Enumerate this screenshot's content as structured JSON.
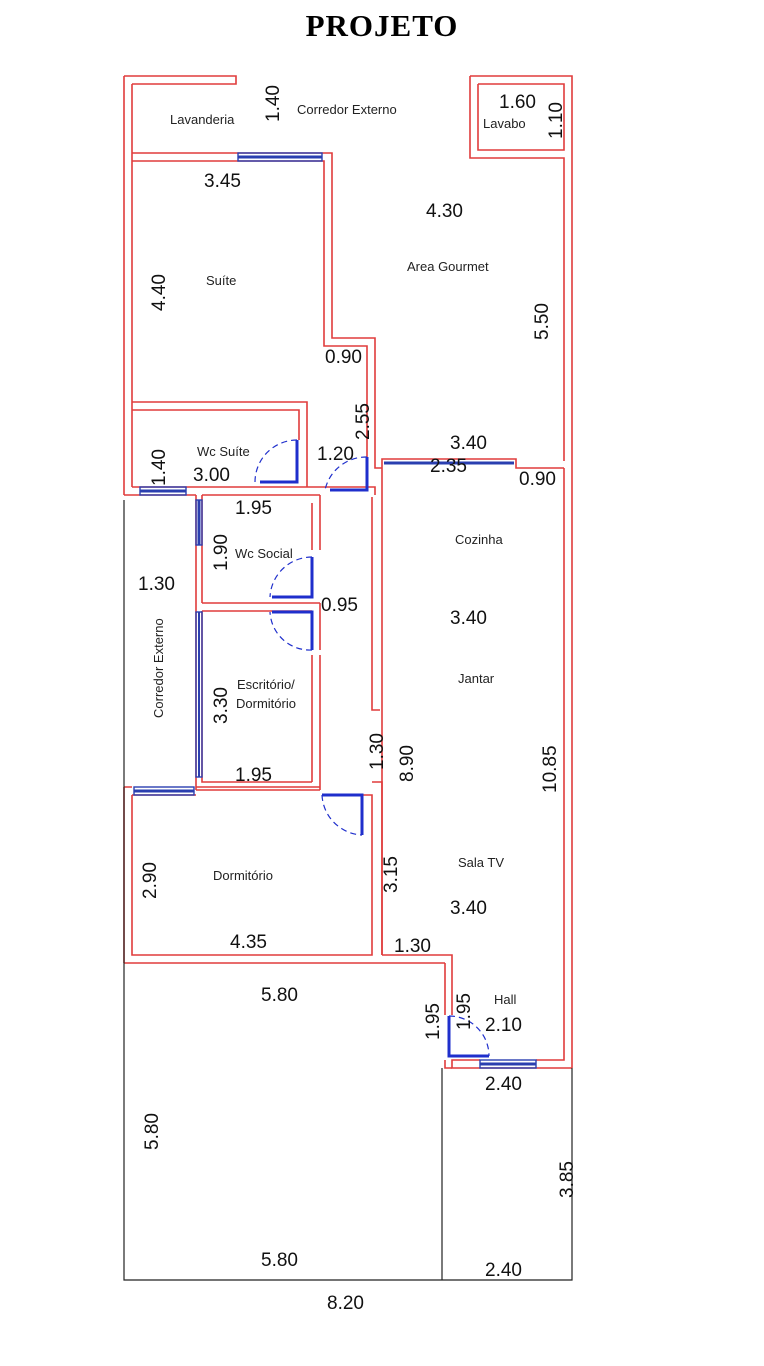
{
  "title": "PROJETO",
  "colors": {
    "wall": "#e03c3c",
    "window": "#2a3fb0",
    "door": "#1f2fcc",
    "lot": "#222222",
    "text": "#111111"
  },
  "rooms": {
    "lavanderia": "Lavanderia",
    "corredor_externo_top": "Corredor Externo",
    "lavabo": "Lavabo",
    "suite": "Suíte",
    "area_gourmet": "Area Gourmet",
    "wc_suite": "Wc Suíte",
    "cozinha": "Cozinha",
    "wc_social": "Wc Social",
    "corredor_externo_side": "Corredor Externo",
    "jantar": "Jantar",
    "escritorio": "Escritório/",
    "dormitorio_2": "Dormitório",
    "sala_tv": "Sala TV",
    "dormitorio": "Dormitório",
    "hall": "Hall"
  },
  "dims": {
    "d_1_40_top": "1.40",
    "d_1_60": "1.60",
    "d_1_10": "1.10",
    "d_3_45": "3.45",
    "d_4_30": "4.30",
    "d_4_40": "4.40",
    "d_5_50": "5.50",
    "d_0_90_a": "0.90",
    "d_2_55": "2.55",
    "d_1_40_wc": "1.40",
    "d_1_20": "1.20",
    "d_3_40_a": "3.40",
    "d_3_00": "3.00",
    "d_2_35": "2.35",
    "d_0_90_b": "0.90",
    "d_1_95_a": "1.95",
    "d_1_90": "1.90",
    "d_1_30_a": "1.30",
    "d_0_95": "0.95",
    "d_3_40_b": "3.40",
    "d_3_30": "3.30",
    "d_1_30_b": "1.30",
    "d_8_90": "8.90",
    "d_1_95_b": "1.95",
    "d_10_85": "10.85",
    "d_2_90": "2.90",
    "d_3_15": "3.15",
    "d_3_40_c": "3.40",
    "d_4_35": "4.35",
    "d_1_30_c": "1.30",
    "d_5_80_a": "5.80",
    "d_1_95_c": "1.95",
    "d_1_95_d": "1.95",
    "d_2_10": "2.10",
    "d_2_40_a": "2.40",
    "d_5_80_b": "5.80",
    "d_3_85": "3.85",
    "d_5_80_c": "5.80",
    "d_2_40_b": "2.40",
    "d_8_20": "8.20"
  }
}
